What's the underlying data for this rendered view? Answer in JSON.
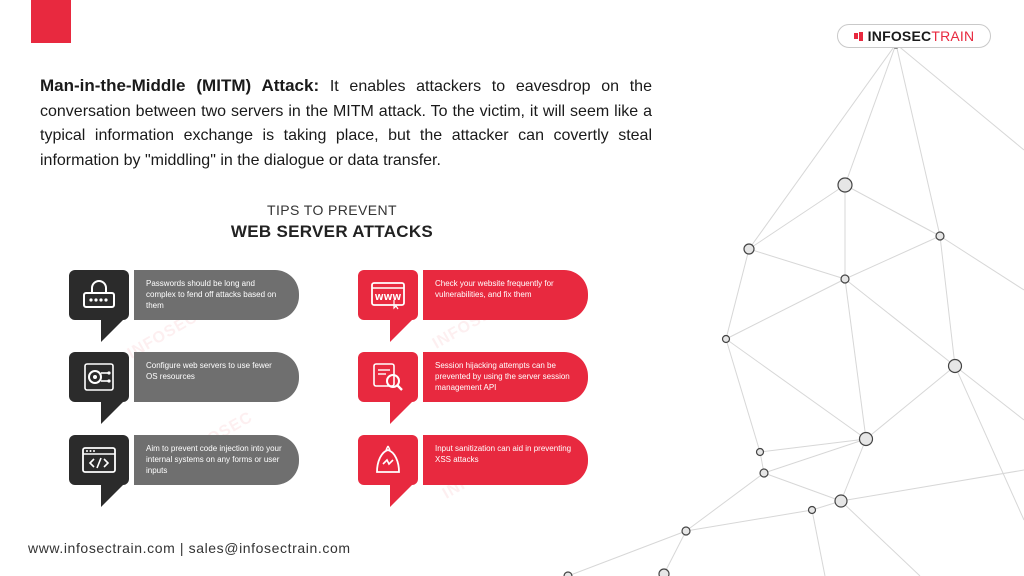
{
  "brand": {
    "name_part1": "INFOSEC",
    "name_part2": "TRAIN",
    "accent_color": "#e8293f"
  },
  "intro": {
    "lead": "Man-in-the-Middle (MITM) Attack:",
    "text": " It enables attackers to eavesdrop on the conversation between two servers in the MITM attack. To the victim, it will seem like a typical information exchange is taking place, but the attacker can covertly steal information by \"middling\" in the dialogue or data transfer."
  },
  "infographic": {
    "title_line1": "TIPS TO PREVENT",
    "title_line2": "WEB SERVER ATTACKS",
    "watermark": "INFOSEC",
    "tips": [
      {
        "icon": "password-icon",
        "text": "Passwords should be long and complex to fend off attacks based on them"
      },
      {
        "icon": "gear-settings-icon",
        "text": "Configure web servers to use fewer OS resources"
      },
      {
        "icon": "code-window-icon",
        "text": "Aim to prevent code injection into your internal systems on any forms or user inputs"
      },
      {
        "icon": "www-browser-icon",
        "text": "Check your website frequently for vulnerabilities, and fix them"
      },
      {
        "icon": "session-search-icon",
        "text": "Session hijacking attempts can be prevented by using the server session management API"
      },
      {
        "icon": "hacker-icon",
        "text": "Input sanitization can aid in preventing XSS attacks"
      }
    ]
  },
  "footer": {
    "contact": "www.infosectrain.com | sales@infosectrain.com"
  }
}
